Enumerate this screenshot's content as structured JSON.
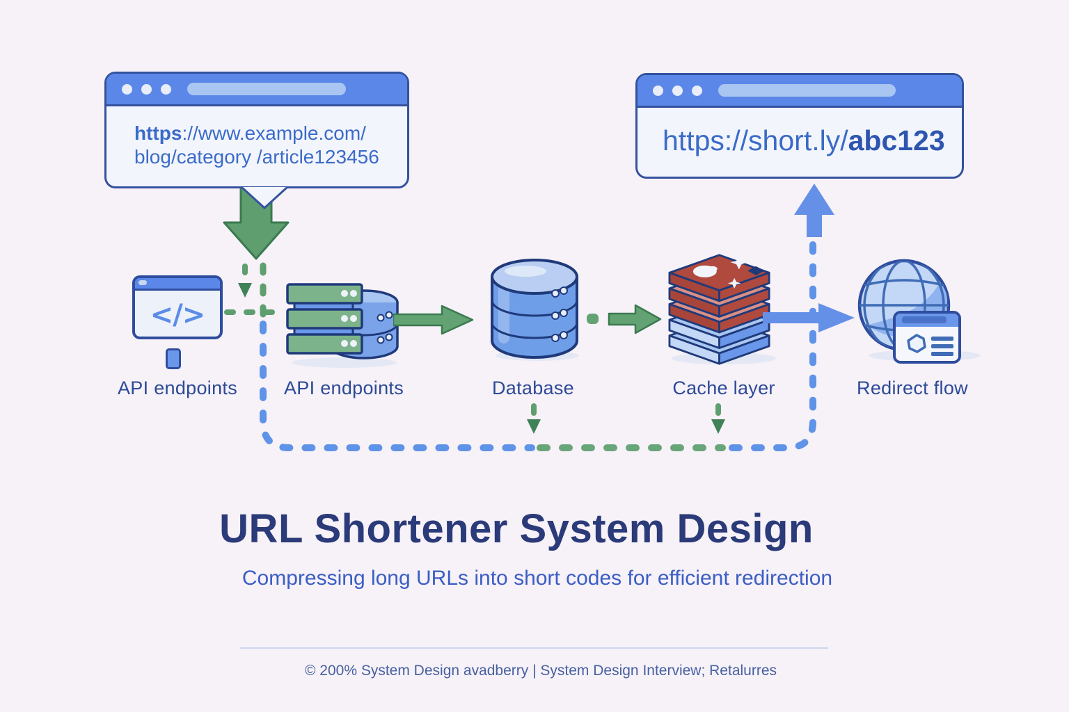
{
  "page": {
    "background_color": "#f7f1f8",
    "accent_blue": "#5b87e8",
    "outline_navy": "#2f4d9e",
    "arrow_green": "#5f9e6e",
    "cache_red": "#b04a3e",
    "text_navy": "#2b4a97"
  },
  "left_browser": {
    "scheme_bold": "https",
    "url_line1_rest": "://www.example.com/",
    "url_line2": "blog/category /article123456"
  },
  "right_browser": {
    "url_prefix": "https://short.ly/",
    "url_code_bold": "abc123"
  },
  "nodes": [
    {
      "label": "API endpoints",
      "icon": "code-window-icon",
      "glyph": "</>"
    },
    {
      "label": "API endpoints",
      "icon": "server-stack-icon"
    },
    {
      "label": "Database",
      "icon": "database-cylinder-icon"
    },
    {
      "label": "Cache layer",
      "icon": "cache-stack-icon"
    },
    {
      "label": "Redirect flow",
      "icon": "globe-redirect-icon"
    }
  ],
  "title": "URL Shortener System Design",
  "subtitle": "Compressing long URLs into short codes for efficient redirection",
  "footer": "© 200% System Design avadberry | System Design Interview; Retalurres"
}
